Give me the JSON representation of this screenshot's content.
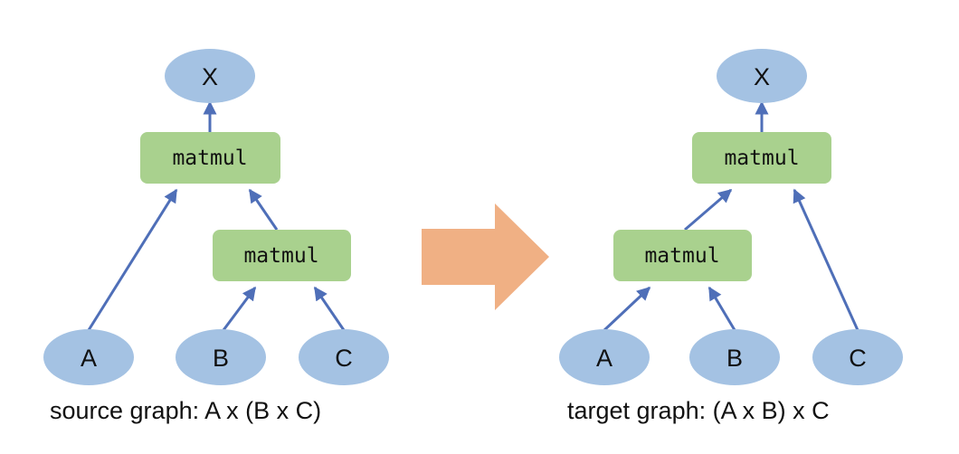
{
  "source": {
    "output": "X",
    "op_top": "matmul",
    "op_inner": "matmul",
    "inputs": [
      "A",
      "B",
      "C"
    ],
    "caption": "source graph: A x (B x C)"
  },
  "target": {
    "output": "X",
    "op_top": "matmul",
    "op_inner": "matmul",
    "inputs": [
      "A",
      "B",
      "C"
    ],
    "caption": "target graph: (A x B) x C"
  },
  "colors": {
    "tensor_node": "#a4c2e3",
    "op_node": "#a9d18e",
    "edge": "#4f6fb8",
    "transform_arrow": "#f0b084"
  }
}
